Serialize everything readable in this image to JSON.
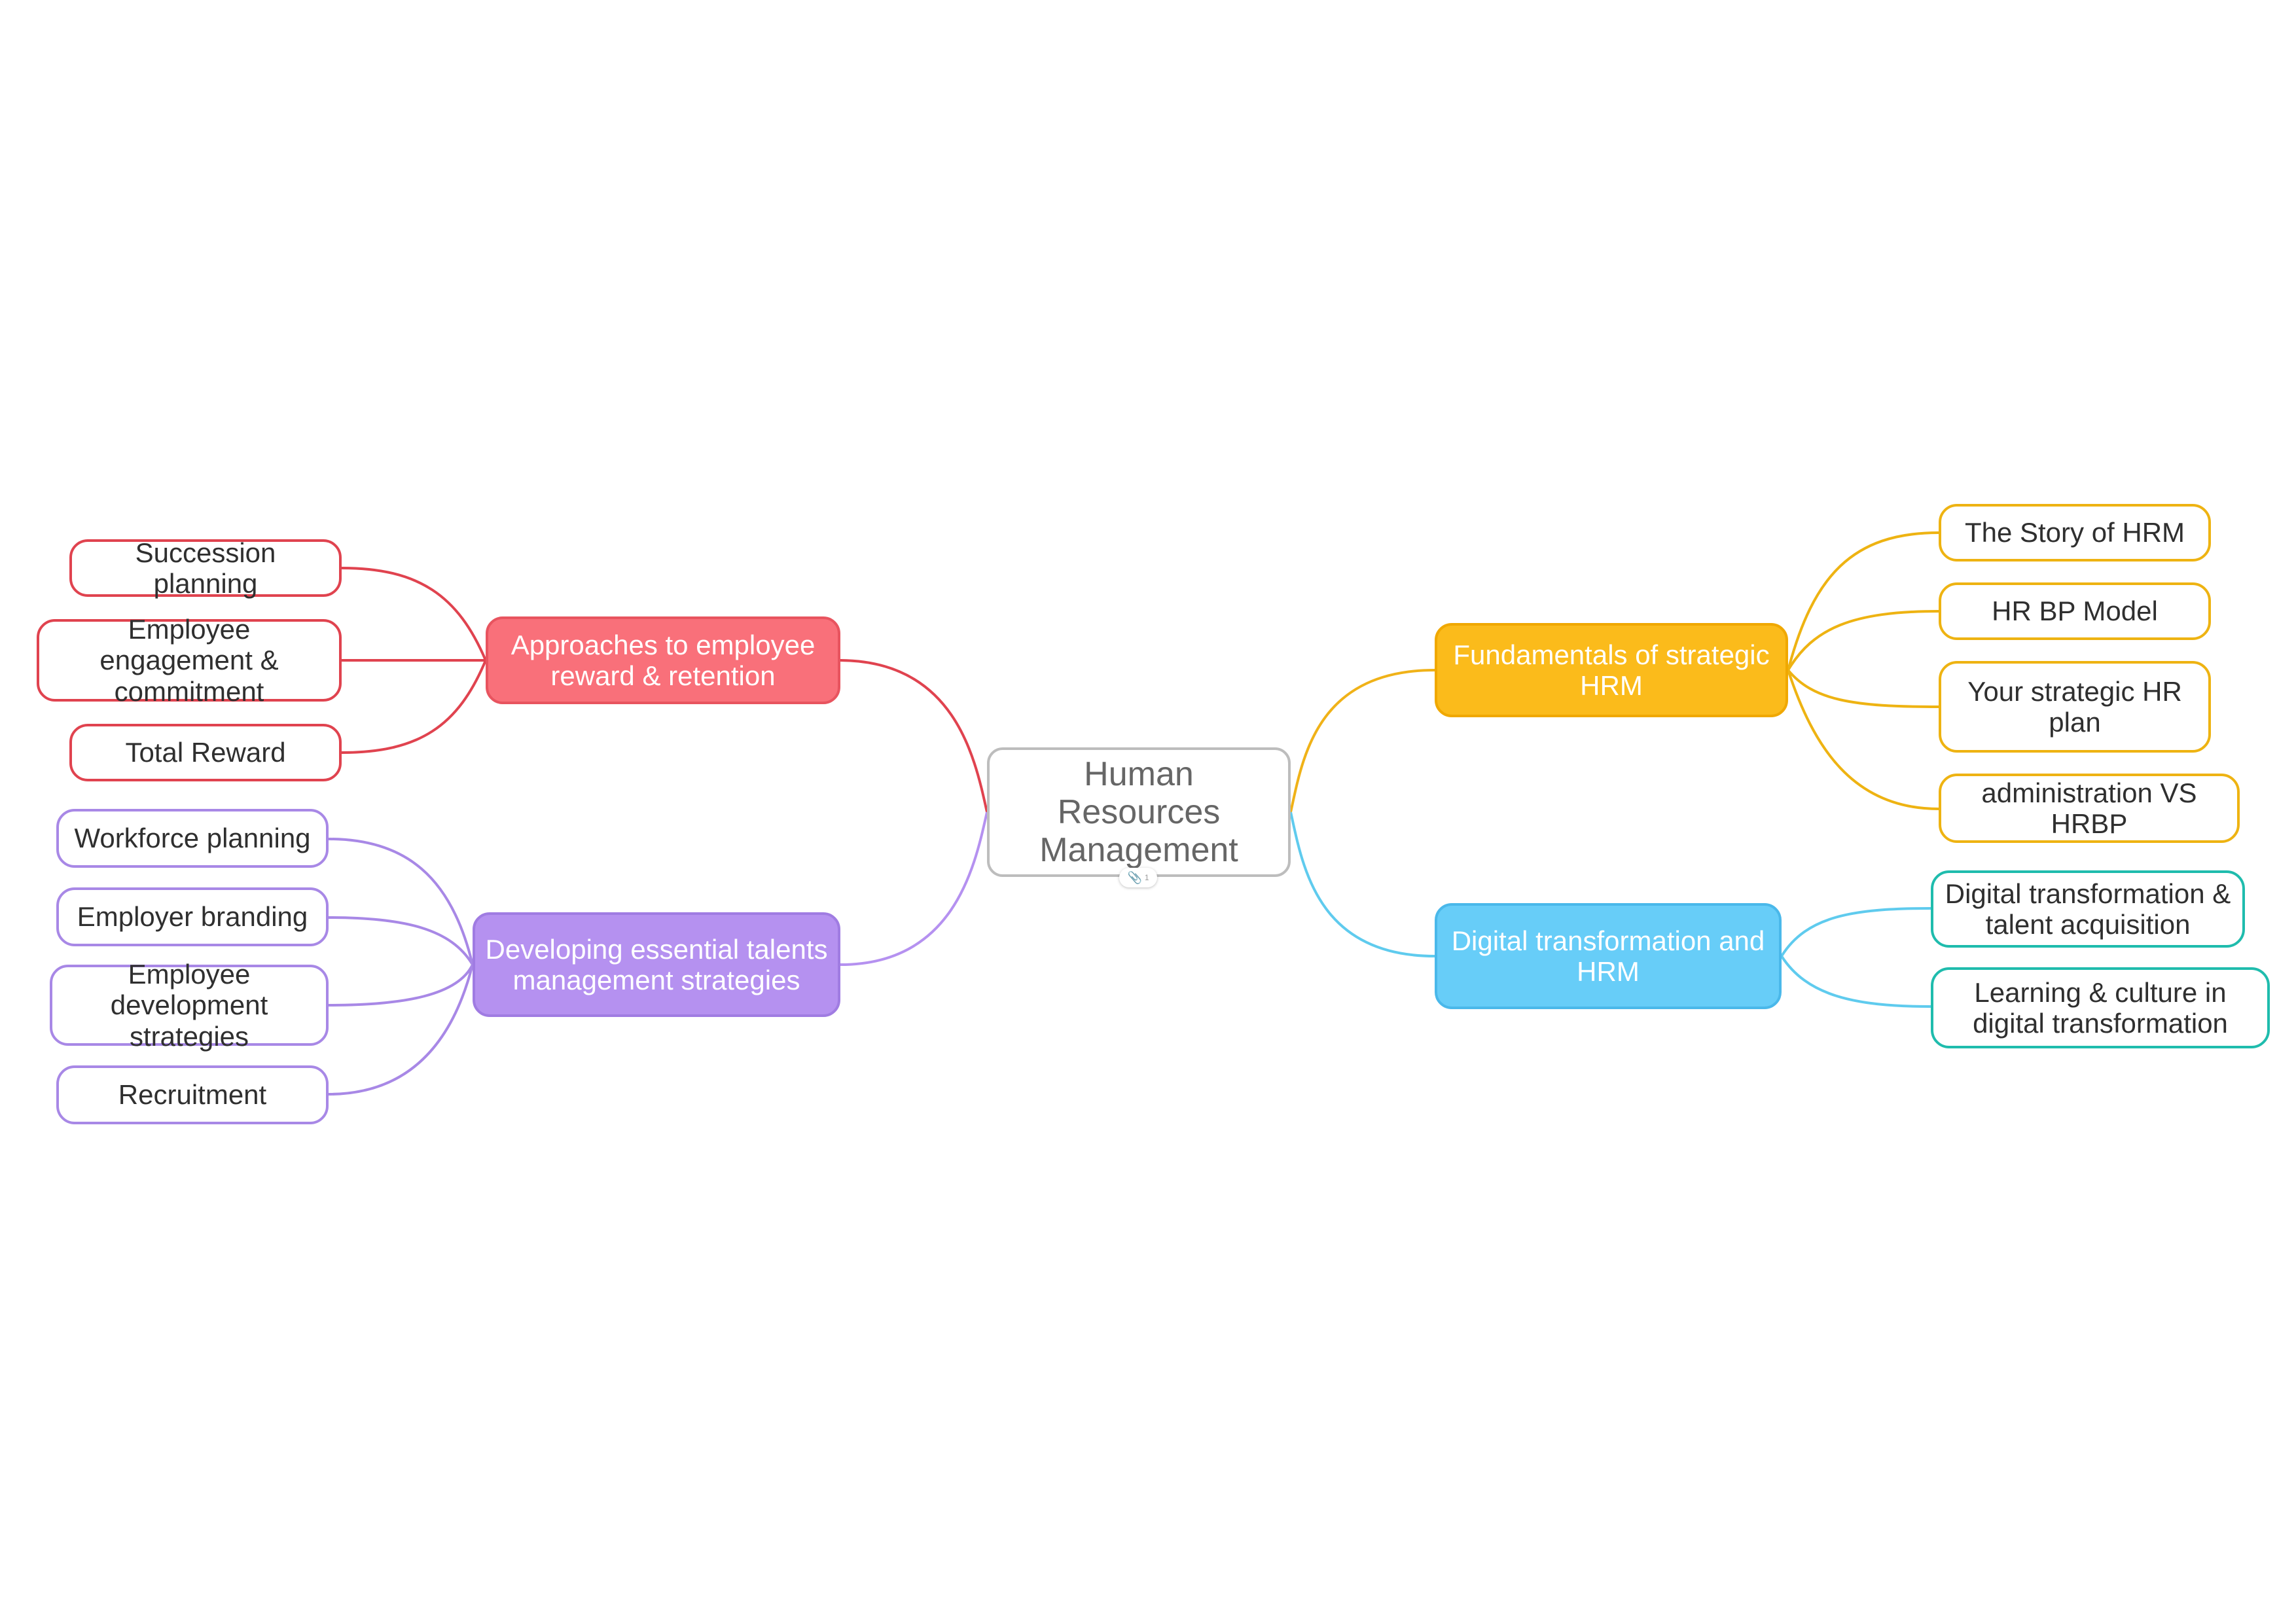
{
  "root": {
    "line1": "Human Resources",
    "line2": "Management",
    "attachment_icon": "paperclip-icon",
    "attachment_count": "1"
  },
  "branches": {
    "reward": {
      "label": "Approaches to employee reward & retention",
      "color": "#f9707a",
      "leaves": [
        "Succession planning",
        "Employee engagement & commitment",
        "Total Reward"
      ]
    },
    "talents": {
      "label": "Developing essential talents management strategies",
      "color": "#b591f0",
      "leaves": [
        "Workforce planning",
        "Employer branding",
        "Employee development strategies",
        "Recruitment"
      ]
    },
    "fundamentals": {
      "label": "Fundamentals of strategic HRM",
      "color": "#fbbb1b",
      "leaves": [
        "The Story of HRM",
        "HR BP Model",
        "Your strategic HR plan",
        "administration VS HRBP"
      ]
    },
    "digital": {
      "label": "Digital transformation and HRM",
      "color": "#67cdf8",
      "leaves": [
        "Digital transformation & talent acquisition",
        "Learning & culture in digital transformation"
      ]
    }
  }
}
